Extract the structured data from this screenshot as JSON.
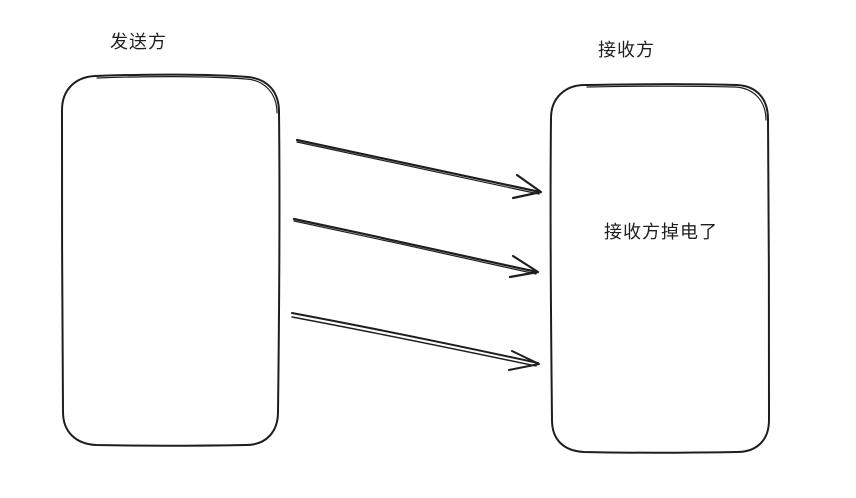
{
  "diagram": {
    "sender": {
      "label": "发送方"
    },
    "receiver": {
      "label": "接收方",
      "note": "接收方掉电了"
    },
    "arrows": [
      {
        "from": "sender",
        "to": "receiver"
      },
      {
        "from": "sender",
        "to": "receiver"
      },
      {
        "from": "sender",
        "to": "receiver"
      }
    ]
  },
  "colors": {
    "stroke": "#1e1e1e",
    "background": "#ffffff"
  }
}
